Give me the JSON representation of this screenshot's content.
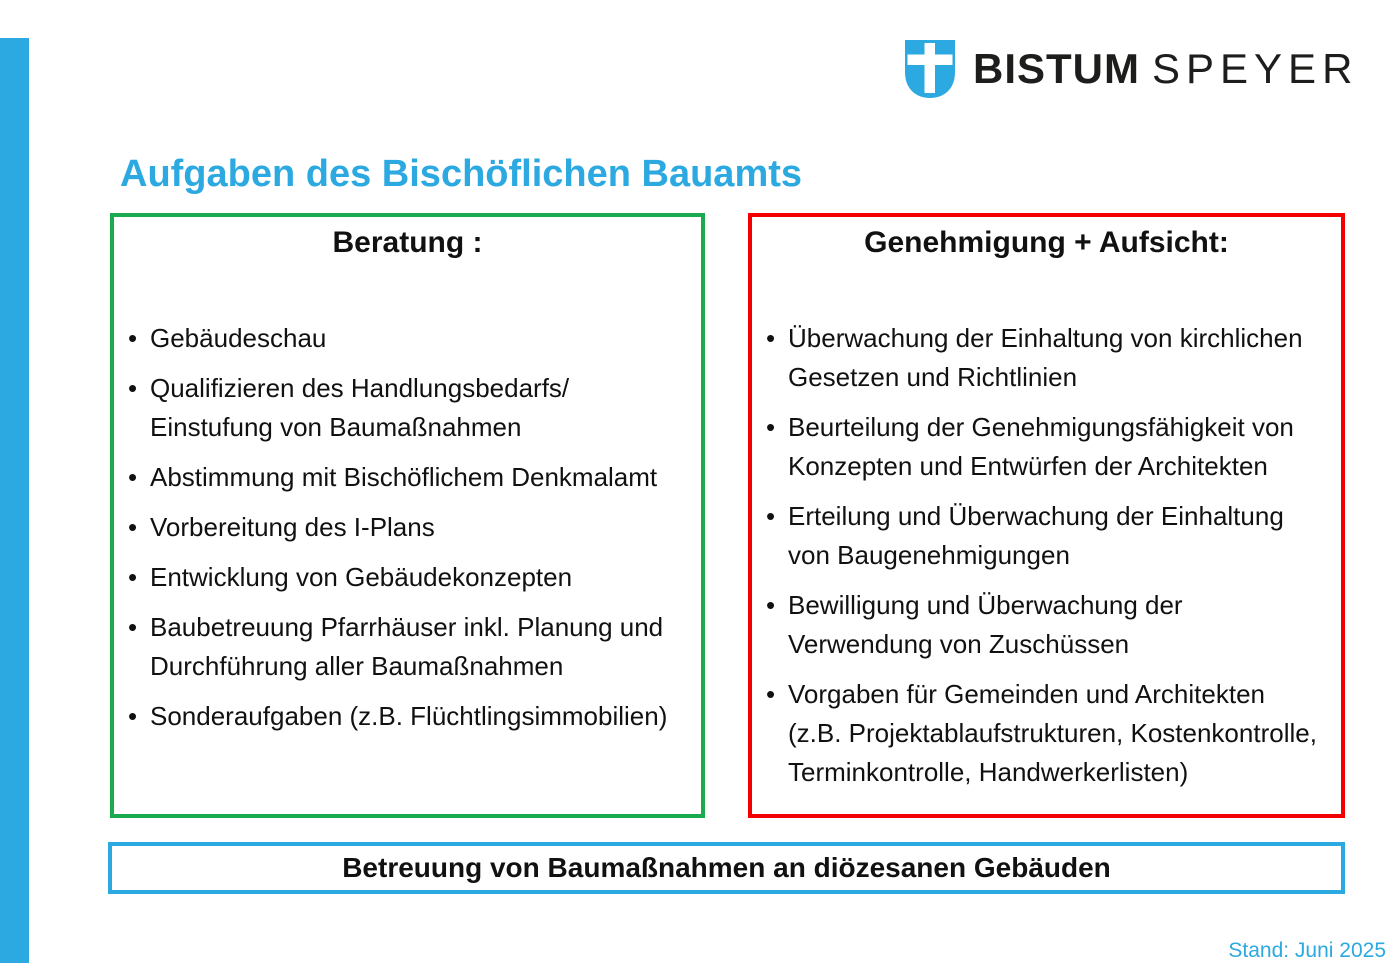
{
  "slide": {
    "logo": {
      "shield_icon": "shield-with-cross",
      "shield_color": "#2BA9E0",
      "brand_bold": "BISTUM",
      "brand_light": "SPEYER"
    },
    "title": "Aufgaben des Bischöflichen Bauamts",
    "boxes": {
      "left": {
        "title": "Beratung :",
        "border_color": "#1AAA50",
        "items": [
          "Gebäudeschau",
          "Qualifizieren des Handlungsbedarfs/\nEinstufung von Baumaßnahmen",
          "Abstimmung mit Bischöflichem Denkmalamt",
          "Vorbereitung des I-Plans",
          "Entwicklung von Gebäudekonzepten",
          "Baubetreuung Pfarrhäuser inkl. Planung und\nDurchführung aller Baumaßnahmen",
          "Sonderaufgaben (z.B. Flüchtlingsimmobilien)"
        ]
      },
      "right": {
        "title": "Genehmigung + Aufsicht:",
        "border_color": "#F40000",
        "items": [
          "Überwachung der Einhaltung von kirchlichen\nGesetzen und Richtlinien",
          "Beurteilung der Genehmigungsfähigkeit von\nKonzepten und Entwürfen der Architekten",
          "Erteilung und Überwachung der Einhaltung\nvon Baugenehmigungen",
          "Bewilligung und Überwachung der\nVerwendung von Zuschüssen",
          "Vorgaben für Gemeinden und Architekten\n(z.B. Projektablaufstrukturen, Kostenkontrolle,\nTerminkontrolle, Handwerkerlisten)"
        ]
      }
    },
    "footer_banner": "Betreuung von Baumaßnahmen an diözesanen Gebäuden",
    "footnote": "Stand: Juni 2025",
    "accent_blue": "#2BA9E0"
  }
}
